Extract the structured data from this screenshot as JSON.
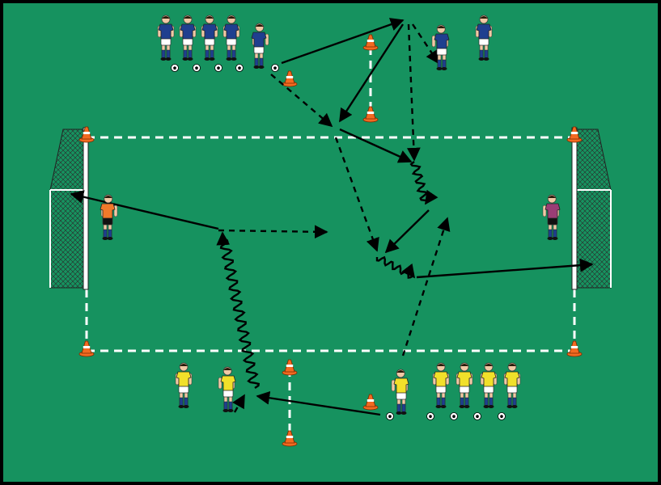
{
  "diagram": {
    "type": "soccer-training-drill",
    "colors": {
      "grass": "#16925f",
      "border": "#000000",
      "lines": "#ffffff",
      "cone": "#f26a21",
      "team_blue": "#1f3f8f",
      "team_yellow": "#f1e02a",
      "keeper_left": "#f07a2a",
      "keeper_right": "#9a3d75",
      "arrow": "#000000"
    },
    "players": {
      "blue_team_count": 7,
      "yellow_team_count": 7,
      "goalkeepers": 2
    },
    "icons": [
      "goal-icon",
      "cone-icon",
      "ball-icon",
      "player-icon"
    ]
  }
}
